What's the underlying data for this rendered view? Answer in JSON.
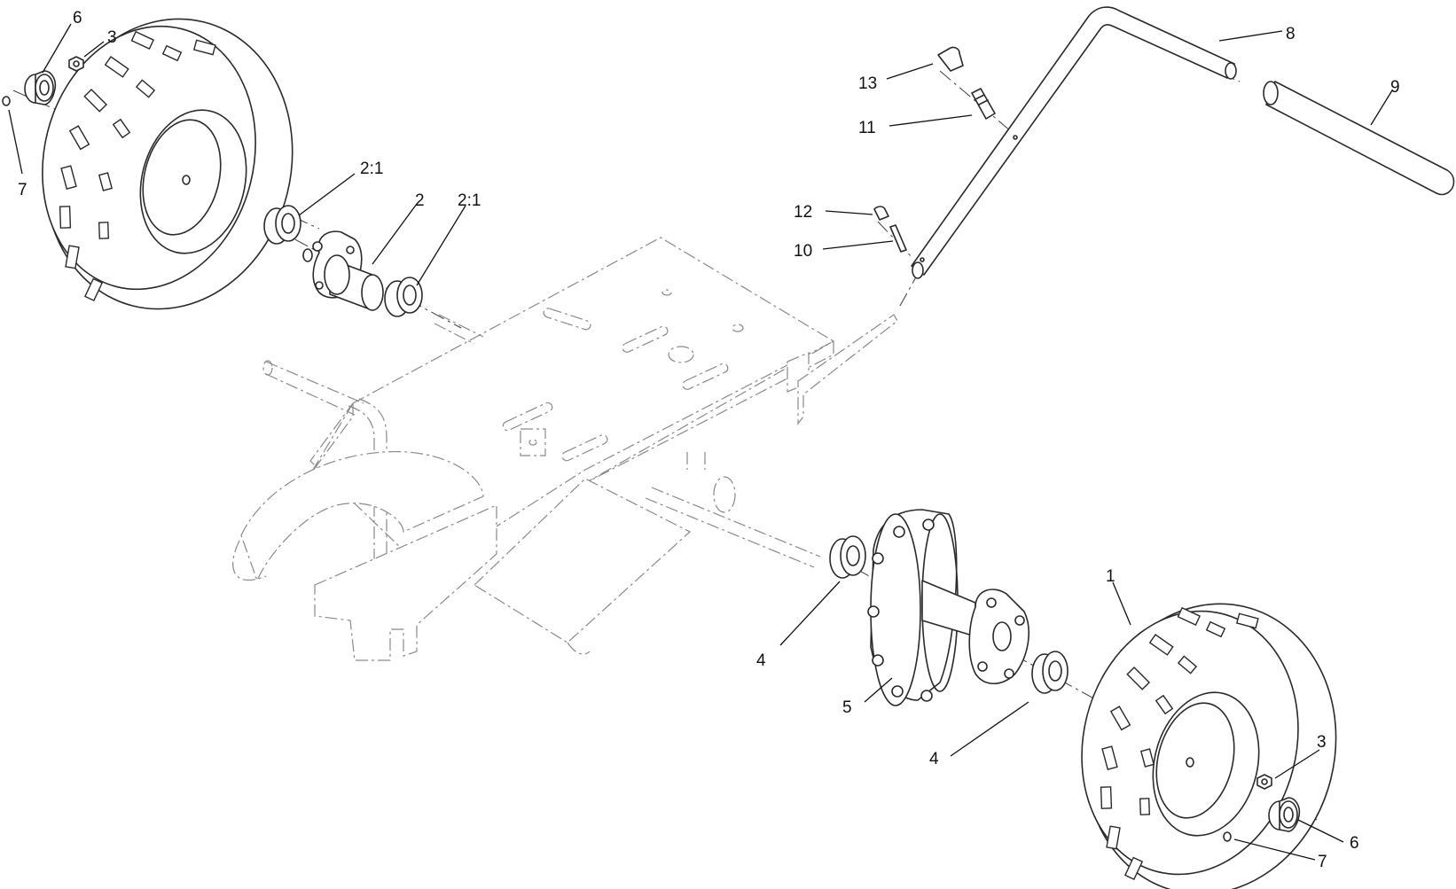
{
  "callouts": [
    {
      "id": "c1",
      "text": "1"
    },
    {
      "id": "c2",
      "text": "2"
    },
    {
      "id": "c2a",
      "text": "2:1"
    },
    {
      "id": "c2b",
      "text": "2:1"
    },
    {
      "id": "c3a",
      "text": "3"
    },
    {
      "id": "c3b",
      "text": "3"
    },
    {
      "id": "c4a",
      "text": "4"
    },
    {
      "id": "c4b",
      "text": "4"
    },
    {
      "id": "c5",
      "text": "5"
    },
    {
      "id": "c6a",
      "text": "6"
    },
    {
      "id": "c6b",
      "text": "6"
    },
    {
      "id": "c7a",
      "text": "7"
    },
    {
      "id": "c7b",
      "text": "7"
    },
    {
      "id": "c8",
      "text": "8"
    },
    {
      "id": "c9",
      "text": "9"
    },
    {
      "id": "c10",
      "text": "10"
    },
    {
      "id": "c11",
      "text": "11"
    },
    {
      "id": "c12",
      "text": "12"
    },
    {
      "id": "c13",
      "text": "13"
    }
  ]
}
